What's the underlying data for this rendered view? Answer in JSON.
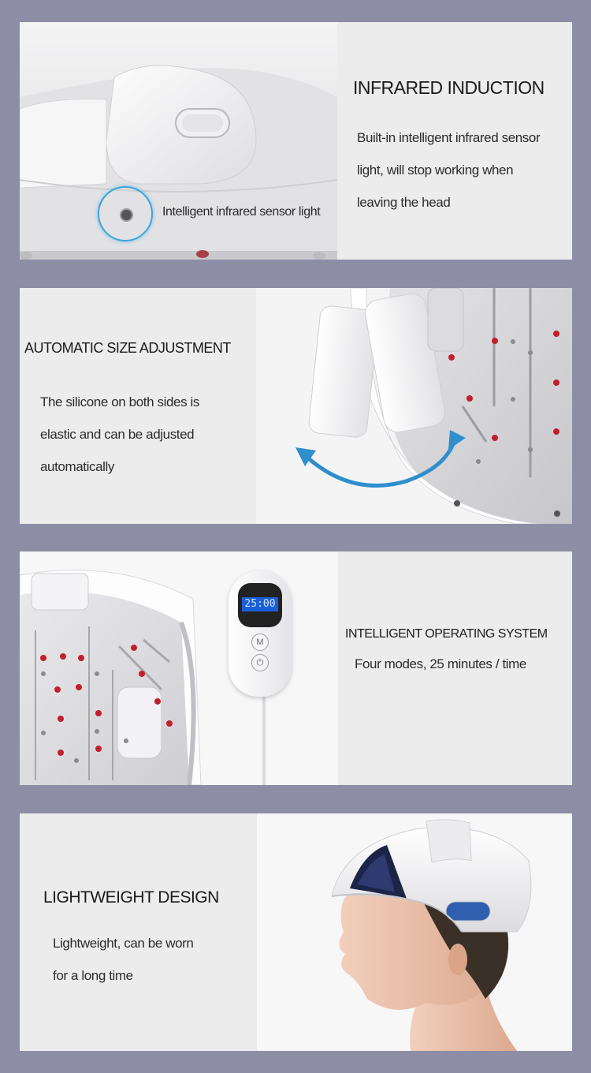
{
  "sections": [
    {
      "heading": "INFRARED INDUCTION",
      "lines": [
        "Built-in intelligent infrared sensor",
        "light, will stop working when",
        "leaving the head"
      ],
      "callout": "Intelligent infrared sensor light"
    },
    {
      "heading": "AUTOMATIC SIZE ADJUSTMENT",
      "lines": [
        "The silicone on both sides is",
        "elastic and can be adjusted",
        "automatically"
      ]
    },
    {
      "heading": "INTELLIGENT OPERATING SYSTEM",
      "lines": [
        "Four modes, 25 minutes / time"
      ],
      "remote": {
        "display": "25:00",
        "mode_label": "M",
        "power_symbol": "⏻"
      }
    },
    {
      "heading": "LIGHTWEIGHT DESIGN",
      "lines": [
        "Lightweight, can be worn",
        "for a long time"
      ]
    }
  ],
  "colors": {
    "page_background": "#8d8da6",
    "panel_background": "#ececec",
    "sensor_ring": "#3aa6dc",
    "arrow": "#2f8fcd",
    "led_red": "#c21f2c",
    "lcd_blue": "#1a5ed8"
  }
}
